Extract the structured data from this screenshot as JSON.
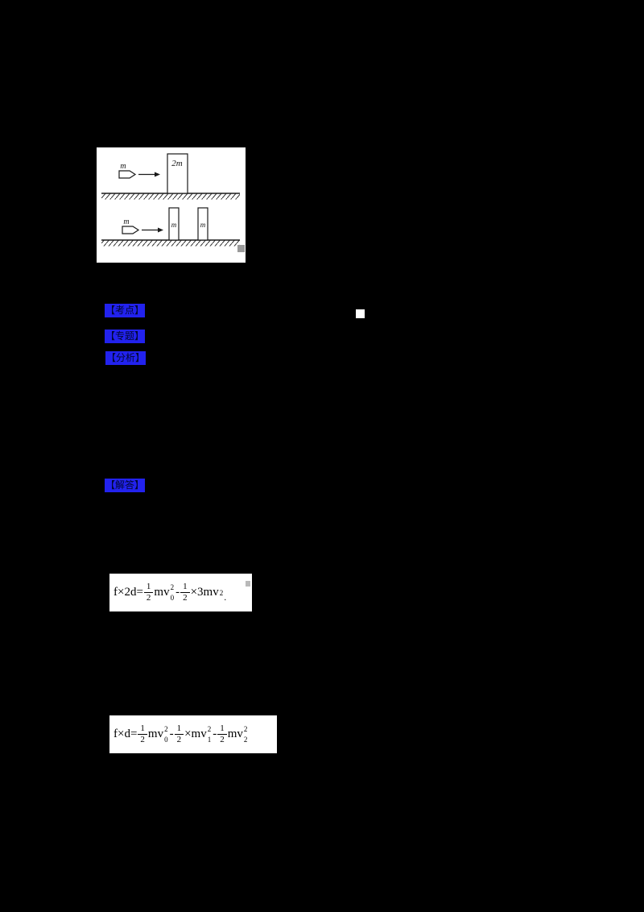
{
  "figure": {
    "top": {
      "bullet_label": "m",
      "block_label": "2m"
    },
    "bottom": {
      "bullet_label": "m",
      "block1_label": "m",
      "block2_label": "m"
    }
  },
  "sections": {
    "label1": "【考点】",
    "label2": "【专题】",
    "label3": "【分析】",
    "label4": "【解答】"
  },
  "formula1": {
    "lhs": "f×2d=",
    "frac1_num": "1",
    "frac1_den": "2",
    "term1": "mv",
    "term1_sup": "2",
    "term1_sub": "0",
    "minus": "-",
    "frac2_num": "1",
    "frac2_den": "2",
    "term2": "×3mv",
    "term2_sup": "2",
    "end": "."
  },
  "formula2": {
    "lhs": "f×d=",
    "frac1_num": "1",
    "frac1_den": "2",
    "term1": "mv",
    "term1_sup": "2",
    "term1_sub": "0",
    "minus1": "-",
    "frac2_num": "1",
    "frac2_den": "2",
    "term2": "×mv",
    "term2_sup": "2",
    "term2_sub": "1",
    "minus2": "-",
    "frac3_num": "1",
    "frac3_den": "2",
    "term3": "mv",
    "term3_sup": "2",
    "term3_sub": "2"
  }
}
